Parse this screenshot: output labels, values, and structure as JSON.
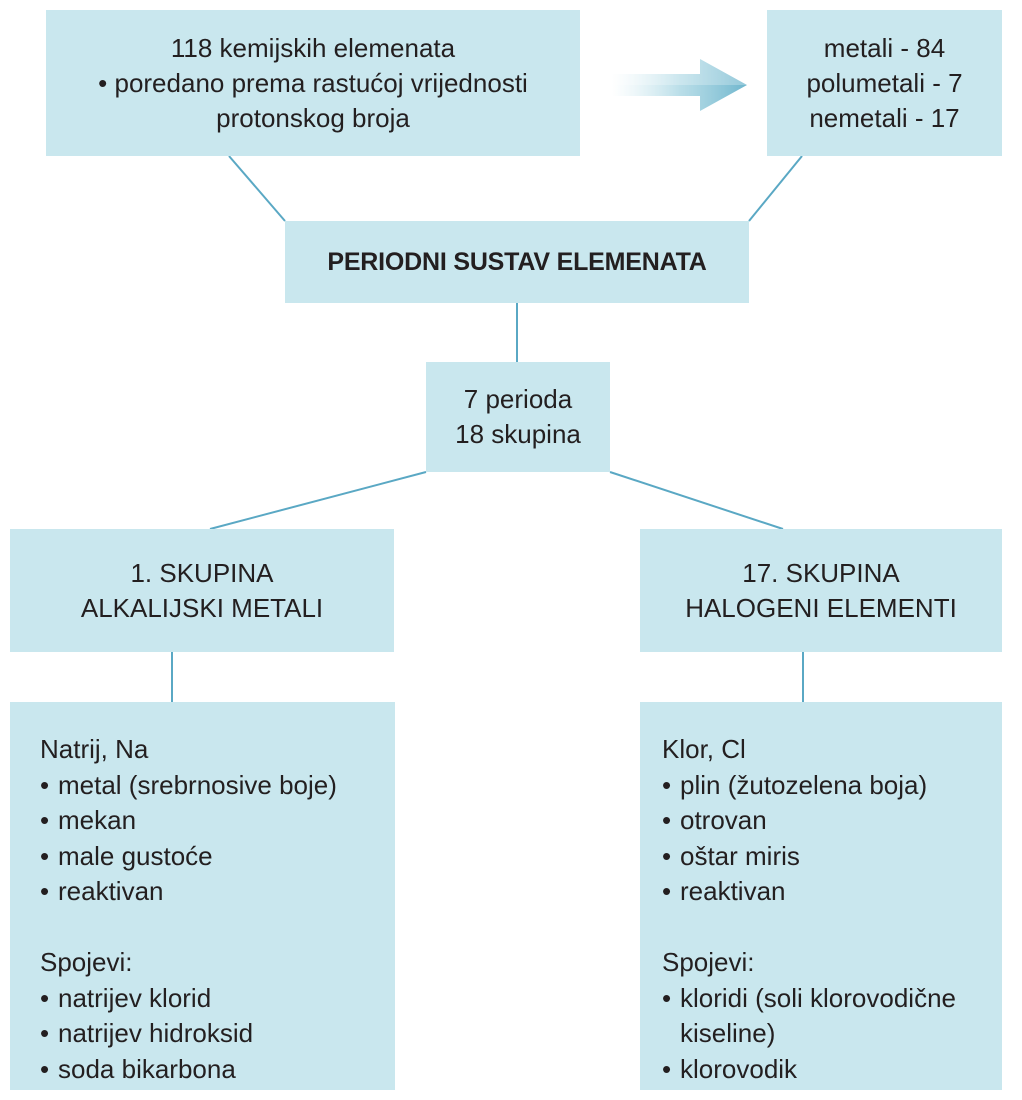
{
  "title": "PERIODNI SUSTAV ELEMENATA",
  "colors": {
    "box_fill": "#c9e7ee",
    "connector": "#5aa8c4",
    "arrow": "#6fb6cd",
    "text": "#231f20"
  },
  "top_left": {
    "lines": [
      "118 kemijskih elemenata",
      "• poredano prema rastućoj vrijednosti",
      "protonskog broja"
    ]
  },
  "top_right": {
    "lines": [
      "metali - 84",
      "polumetali - 7",
      "nemetali - 17"
    ]
  },
  "arrow_icon": "right-arrow-icon",
  "middle": {
    "lines": [
      "7 perioda",
      "18 skupina"
    ]
  },
  "left_group": {
    "lines": [
      "1. SKUPINA",
      "ALKALIJSKI METALI"
    ],
    "details": {
      "element": "Natrij, Na",
      "properties": [
        "metal (srebrnosive boje)",
        "mekan",
        "male gustoće",
        "reaktivan"
      ],
      "compounds_label": "Spojevi:",
      "compounds": [
        "natrijev klorid",
        "natrijev hidroksid",
        "soda bikarbona"
      ]
    }
  },
  "right_group": {
    "lines": [
      "17. SKUPINA",
      "HALOGENI ELEMENTI"
    ],
    "details": {
      "element": "Klor, Cl",
      "properties": [
        "plin (žutozelena boja)",
        "otrovan",
        "oštar miris",
        "reaktivan"
      ],
      "compounds_label": "Spojevi:",
      "compounds": [
        "kloridi (soli klorovodične",
        "kiseline)",
        "klorovodik"
      ]
    }
  }
}
